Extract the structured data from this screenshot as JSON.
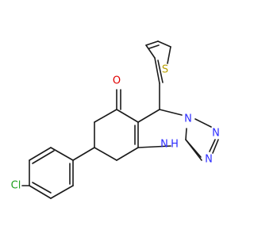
{
  "molecule": {
    "atoms": [
      {
        "id": "O",
        "text": "O",
        "color": "#e00000"
      },
      {
        "id": "S",
        "text": "S",
        "color": "#b8a000"
      },
      {
        "id": "N1",
        "text": "N",
        "color": "#2c2cff"
      },
      {
        "id": "N2",
        "text": "N",
        "color": "#2c2cff"
      },
      {
        "id": "N3",
        "text": "N",
        "color": "#2c2cff"
      },
      {
        "id": "NH",
        "text": "N",
        "color": "#2c2cff"
      },
      {
        "id": "H",
        "text": "H",
        "color": "#2c2cff"
      },
      {
        "id": "Cl",
        "text": "Cl",
        "color": "#1fa01f"
      }
    ],
    "bond_color": "#1a1a1a"
  }
}
